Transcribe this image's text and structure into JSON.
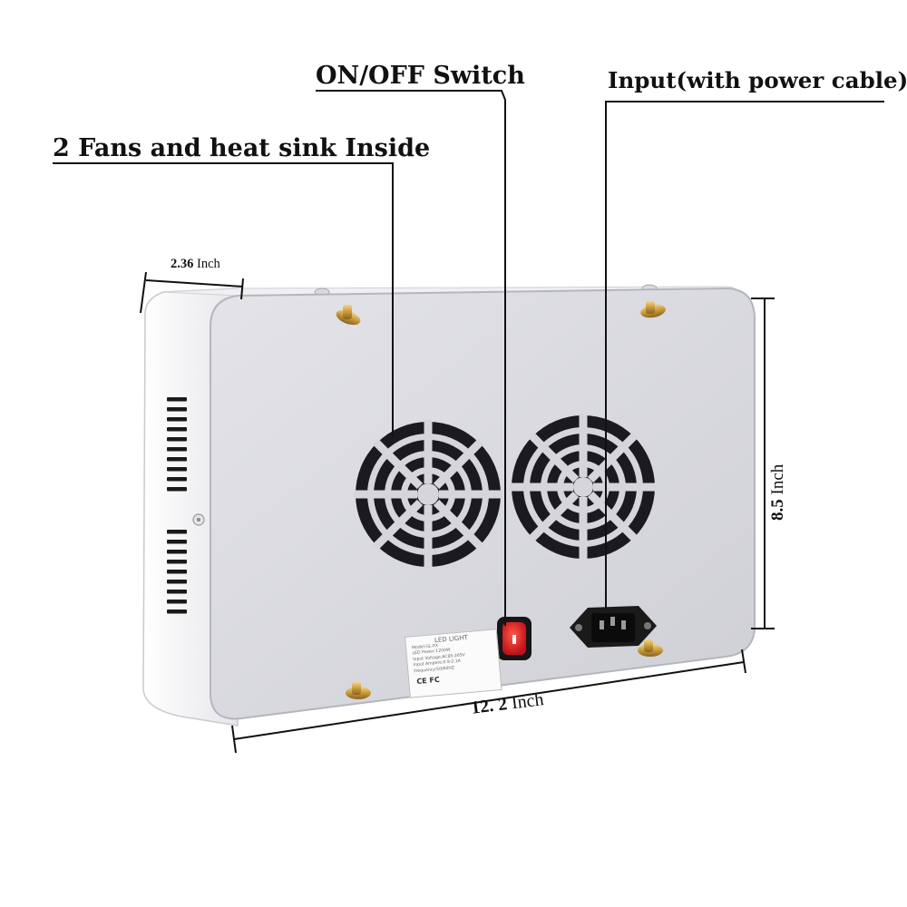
{
  "callouts": {
    "switch": "ON/OFF Switch",
    "input": "Input(with power cable)",
    "fans": "2 Fans and heat sink Inside"
  },
  "dimensions": {
    "depth_value": "2.36",
    "width_value": "12. 2",
    "height_value": "8.5",
    "unit": "Inch"
  },
  "label": {
    "title": "LED LIGHT",
    "lines": [
      "Model:GL-XX",
      "LED Power:1200W",
      "Input Voltage:AC85-265V",
      "Input Ampere:0.9-2.1A",
      "Frequency:50/60HZ"
    ],
    "marks": "CE FC"
  },
  "colors": {
    "panel": "#d9d9df",
    "housing": "#f4f4f6",
    "switch": "#d81e1e",
    "brass": "#c89a3a"
  }
}
